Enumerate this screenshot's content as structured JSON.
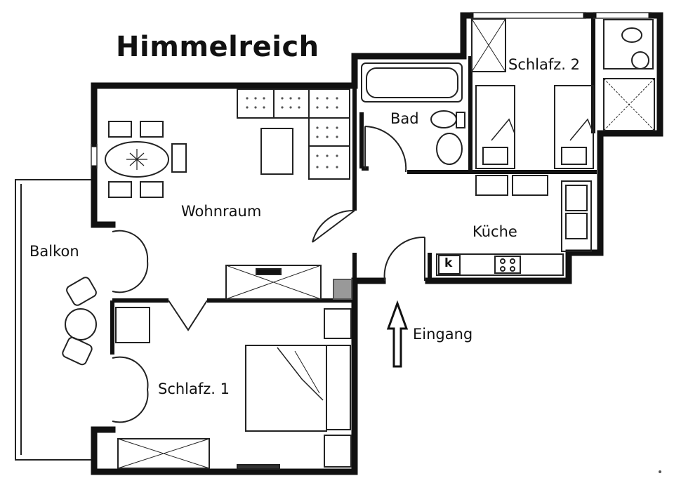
{
  "title": "Himmelreich",
  "rooms": {
    "wohnraum": "Wohnraum",
    "balkon": "Balkon",
    "bad": "Bad",
    "schlafz1": "Schlafz. 1",
    "schlafz2": "Schlafz. 2",
    "kueche": "Küche",
    "eingang": "Eingang"
  },
  "appliances": {
    "fridge_mark": "k"
  }
}
